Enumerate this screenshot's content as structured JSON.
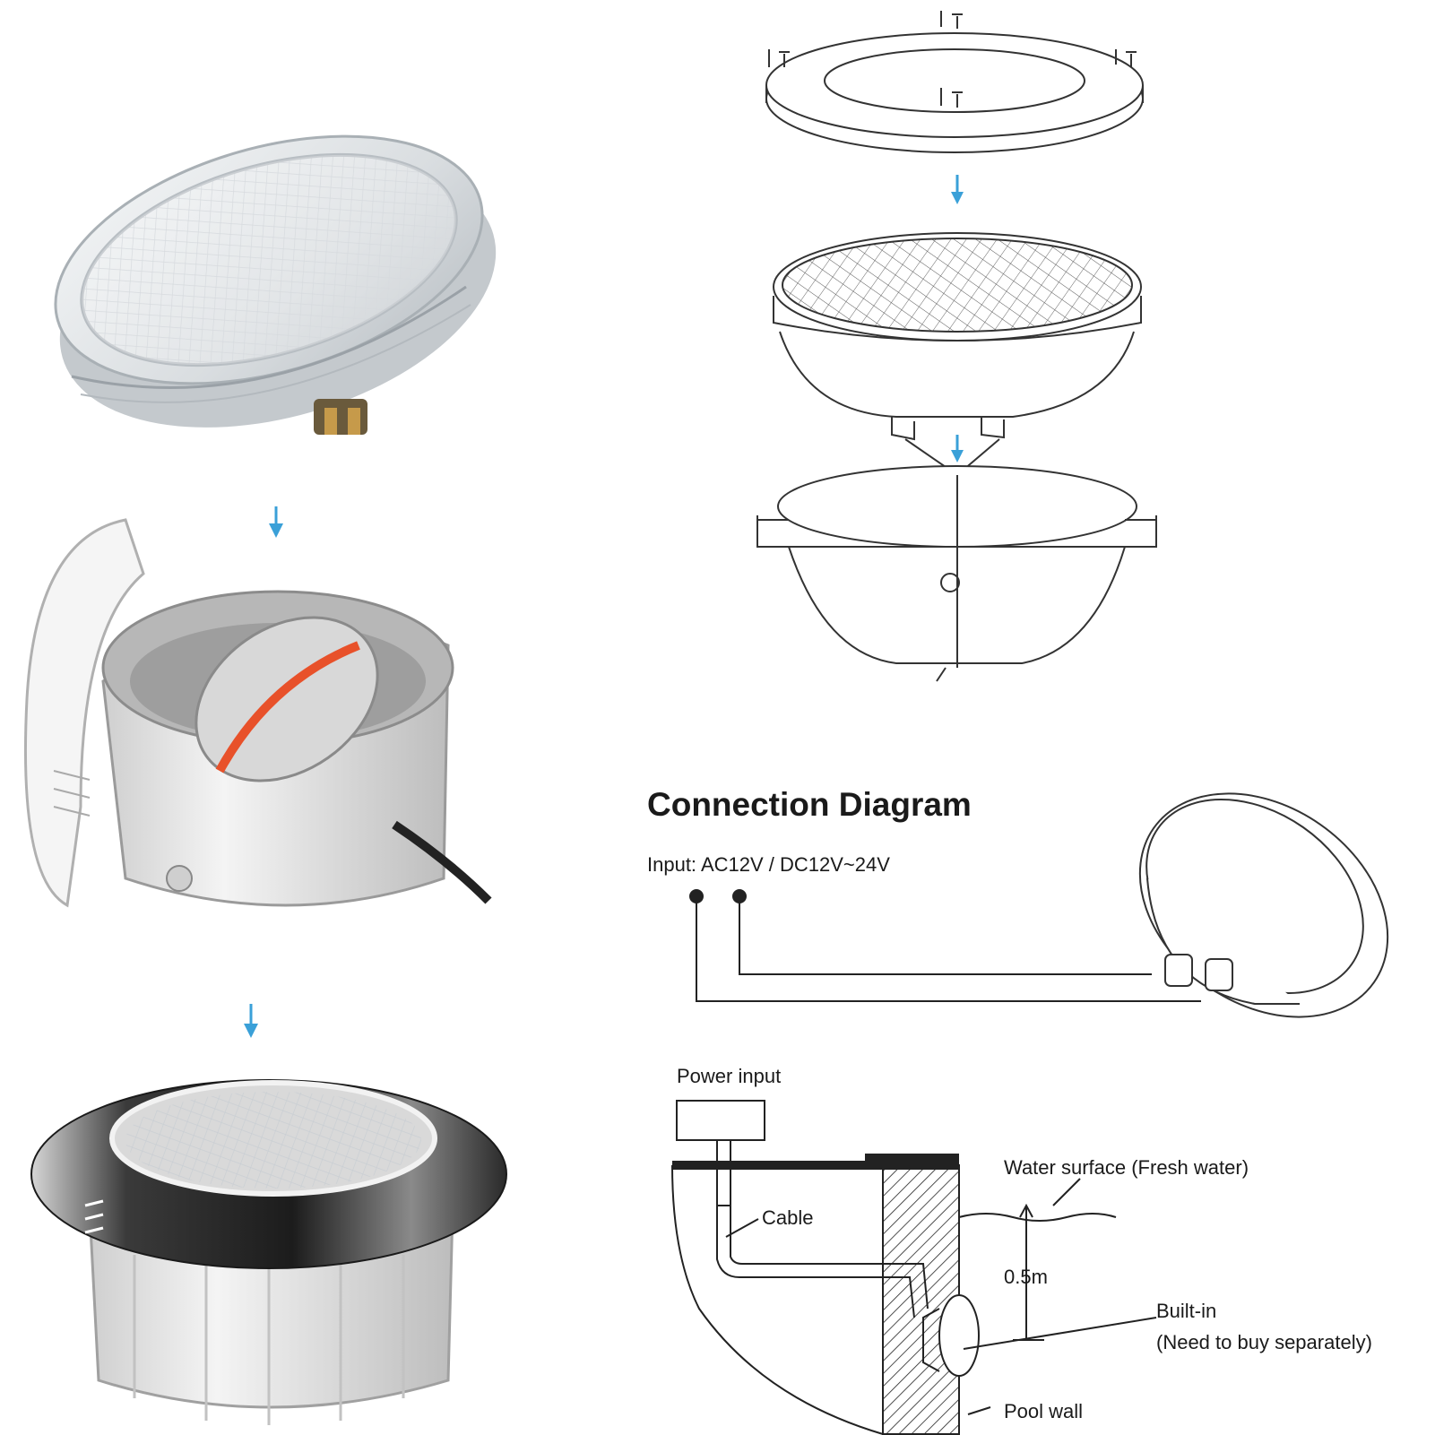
{
  "connection_diagram": {
    "title": "Connection Diagram",
    "input_spec": "Input: AC12V / DC12V~24V"
  },
  "installation_diagram": {
    "power_input": "Power input",
    "water_surface": "Water surface (Fresh water)",
    "cable": "Cable",
    "depth": "0.5m",
    "built_in_line1": "Built-in",
    "built_in_line2": "(Need to buy separately)",
    "pool_wall": "Pool wall"
  },
  "colors": {
    "arrow": "#3aa0d8",
    "line": "#222222",
    "cable_red": "#e8512a",
    "steel_dark": "#2b2b2b",
    "housing": "#e4e4e4"
  }
}
